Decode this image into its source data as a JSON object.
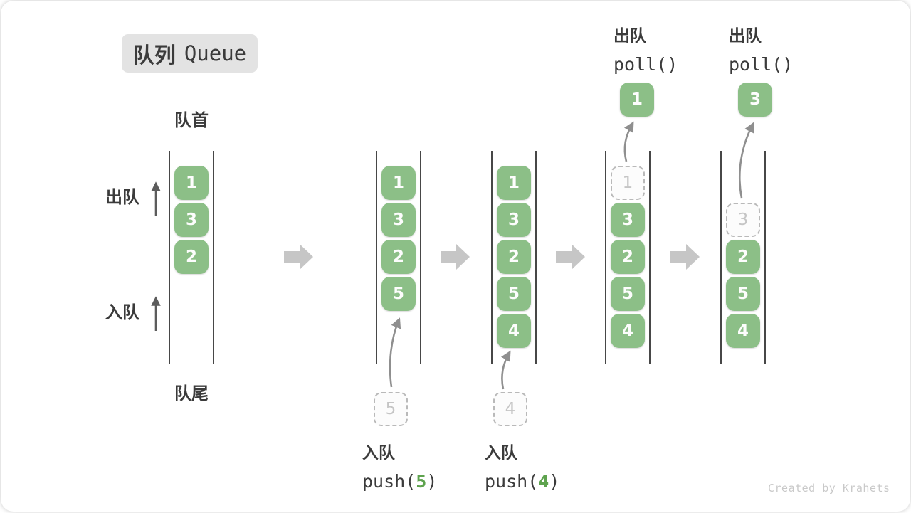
{
  "badge": {
    "title_zh": "队列",
    "title_en": "Queue"
  },
  "side_labels": {
    "front": "队首",
    "rear": "队尾",
    "dequeue": "出队",
    "enqueue": "入队"
  },
  "watermark": "Created by Krahets",
  "colors": {
    "box_green": "#8CBF87",
    "accent_green": "#5EA34E",
    "ink": "#3B3B3B",
    "dash_border": "#B9B9B9",
    "dash_text": "#C5C5C5",
    "flow_arrow": "#C6C6C6",
    "curve_arrow": "#8F8F8F",
    "badge_bg": "#E3E3E3",
    "watermark_gray": "#C9C9C9"
  },
  "states": [
    {
      "id": "state-initial",
      "slots": [
        {
          "slot": 0,
          "value": "1",
          "variant": "solid"
        },
        {
          "slot": 1,
          "value": "3",
          "variant": "solid"
        },
        {
          "slot": 2,
          "value": "2",
          "variant": "solid"
        }
      ]
    },
    {
      "id": "state-push-5",
      "slots": [
        {
          "slot": 0,
          "value": "1",
          "variant": "solid"
        },
        {
          "slot": 1,
          "value": "3",
          "variant": "solid"
        },
        {
          "slot": 2,
          "value": "2",
          "variant": "solid"
        },
        {
          "slot": 3,
          "value": "5",
          "variant": "solid"
        }
      ],
      "pending": "5",
      "caption": {
        "action": "入队",
        "code_before": "push(",
        "arg": "5",
        "code_after": ")"
      }
    },
    {
      "id": "state-push-4",
      "slots": [
        {
          "slot": 0,
          "value": "1",
          "variant": "solid"
        },
        {
          "slot": 1,
          "value": "3",
          "variant": "solid"
        },
        {
          "slot": 2,
          "value": "2",
          "variant": "solid"
        },
        {
          "slot": 3,
          "value": "5",
          "variant": "solid"
        },
        {
          "slot": 4,
          "value": "4",
          "variant": "solid"
        }
      ],
      "pending": "4",
      "caption": {
        "action": "入队",
        "code_before": "push(",
        "arg": "4",
        "code_after": ")"
      }
    },
    {
      "id": "state-poll-1",
      "slots": [
        {
          "slot": 0,
          "value": "1",
          "variant": "dashed"
        },
        {
          "slot": 1,
          "value": "3",
          "variant": "solid"
        },
        {
          "slot": 2,
          "value": "2",
          "variant": "solid"
        },
        {
          "slot": 3,
          "value": "5",
          "variant": "solid"
        },
        {
          "slot": 4,
          "value": "4",
          "variant": "solid"
        }
      ],
      "removed": "1",
      "header": {
        "action": "出队",
        "code": "poll()"
      }
    },
    {
      "id": "state-poll-3",
      "slots": [
        {
          "slot": 1,
          "value": "3",
          "variant": "dashed"
        },
        {
          "slot": 2,
          "value": "2",
          "variant": "solid"
        },
        {
          "slot": 3,
          "value": "5",
          "variant": "solid"
        },
        {
          "slot": 4,
          "value": "4",
          "variant": "solid"
        }
      ],
      "removed": "3",
      "header": {
        "action": "出队",
        "code": "poll()"
      }
    }
  ]
}
